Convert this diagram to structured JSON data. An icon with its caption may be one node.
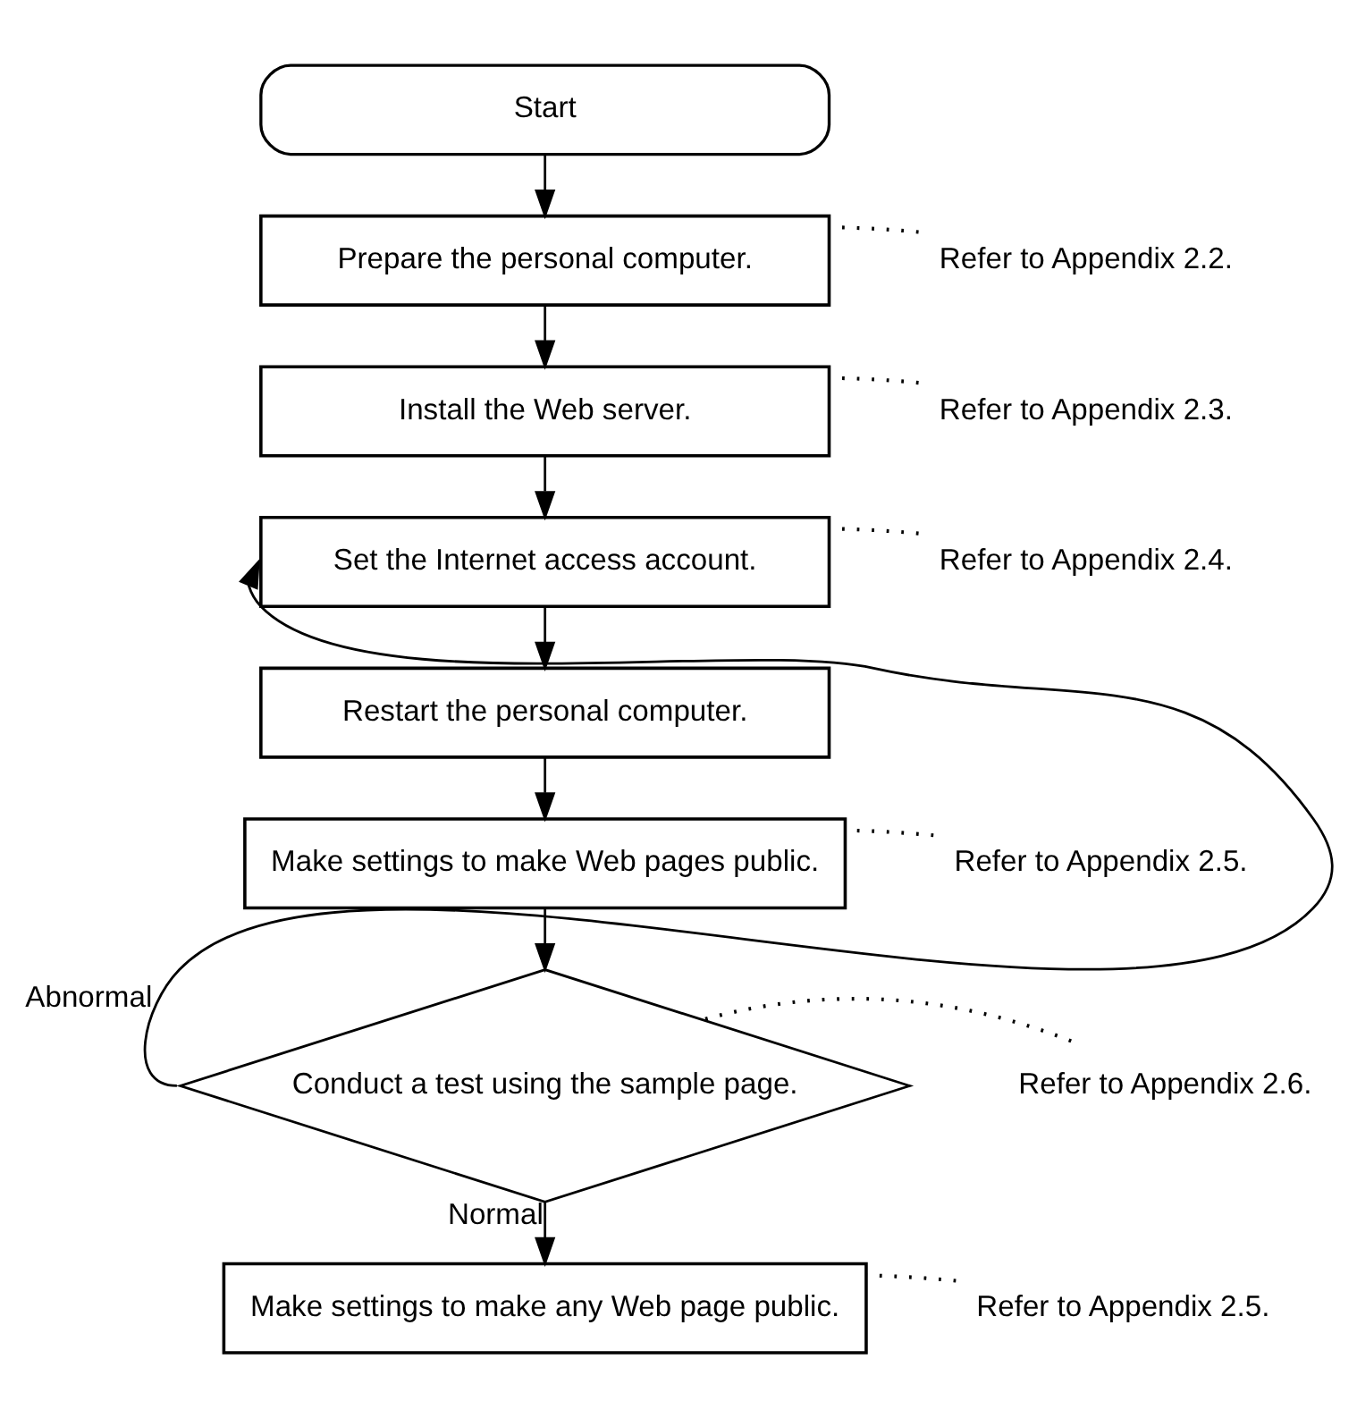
{
  "diagram": {
    "nodes": [
      {
        "text": [
          "Start"
        ]
      },
      {
        "text": [
          "Prepare the personal computer."
        ]
      },
      {
        "text": [
          "Refer to Appendix 2.2."
        ]
      },
      {
        "text": [
          "Install the Web server."
        ]
      },
      {
        "text": [
          "Refer to Appendix 2.3."
        ]
      },
      {
        "text": [
          "Set the Internet access account."
        ]
      },
      {
        "text": [
          "Refer to Appendix 2.4."
        ]
      },
      {
        "text": [
          "Restart the personal computer."
        ]
      },
      {
        "text": [
          "Make settings to make Web pages public."
        ]
      },
      {
        "text": [
          "Refer to Appendix 2.5."
        ]
      },
      {
        "text": [
          "Conduct a test using the sample page."
        ]
      },
      {
        "text": [
          "Refer to Appendix 2.6."
        ]
      },
      {
        "text": [
          "Make settings to make any Web page public."
        ]
      },
      {
        "text": [
          "Refer to Appendix 2.5."
        ]
      }
    ],
    "edges": [
      {
        "from": 0,
        "to": 1,
        "arrow": "to"
      },
      {
        "from": 1,
        "to": 3,
        "arrow": "to"
      },
      {
        "from": 3,
        "to": 5,
        "arrow": "to"
      },
      {
        "from": 5,
        "to": 7,
        "arrow": "to"
      },
      {
        "from": 7,
        "to": 8,
        "arrow": "to"
      },
      {
        "from": 8,
        "to": 10,
        "arrow": "to"
      },
      {
        "from": 10,
        "to": 5,
        "arrow": "to",
        "label": "Abnormal"
      },
      {
        "from": 10,
        "to": 12,
        "arrow": "to",
        "label": "Normal"
      },
      {
        "from": 2,
        "to": 1,
        "arrow": "none",
        "style": "dashed"
      },
      {
        "from": 4,
        "to": 3,
        "arrow": "none",
        "style": "dashed"
      },
      {
        "from": 6,
        "to": 5,
        "arrow": "none",
        "style": "dashed"
      },
      {
        "from": 9,
        "to": 8,
        "arrow": "none",
        "style": "dashed"
      },
      {
        "from": 11,
        "to": 10,
        "arrow": "none",
        "style": "dashed"
      },
      {
        "from": 13,
        "to": 12,
        "arrow": "none",
        "style": "dashed"
      }
    ]
  }
}
